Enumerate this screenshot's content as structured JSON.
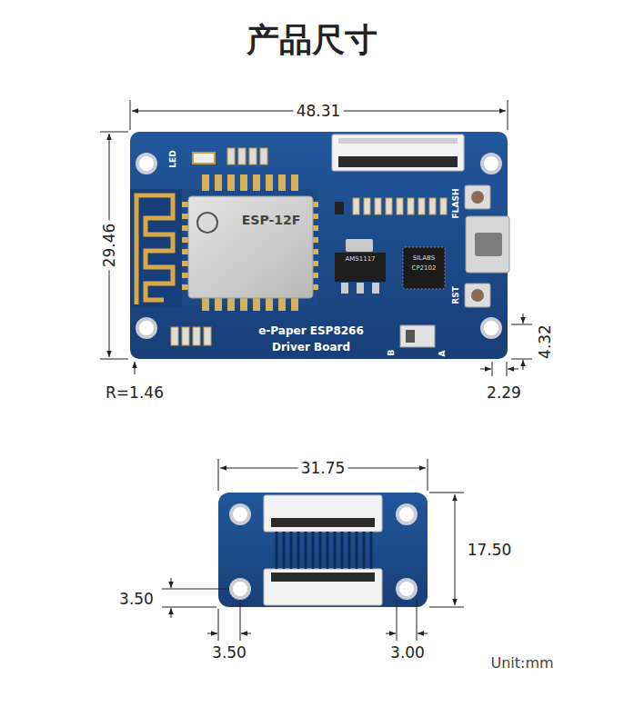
{
  "diagram": {
    "title": "产品尺寸",
    "labels": [
      "48.31",
      "29.46",
      "R=1.46",
      "4.32",
      "2.29",
      "31.75",
      "17.50",
      "3.50",
      "3.50",
      "3.00",
      "Unit:mm",
      "LED",
      "ESP-12F",
      "FLASH",
      "RST",
      "AMS1117",
      "SILABS",
      "CP2102",
      "e-Paper ESP8266",
      "Driver Board",
      "B",
      "A"
    ]
  }
}
